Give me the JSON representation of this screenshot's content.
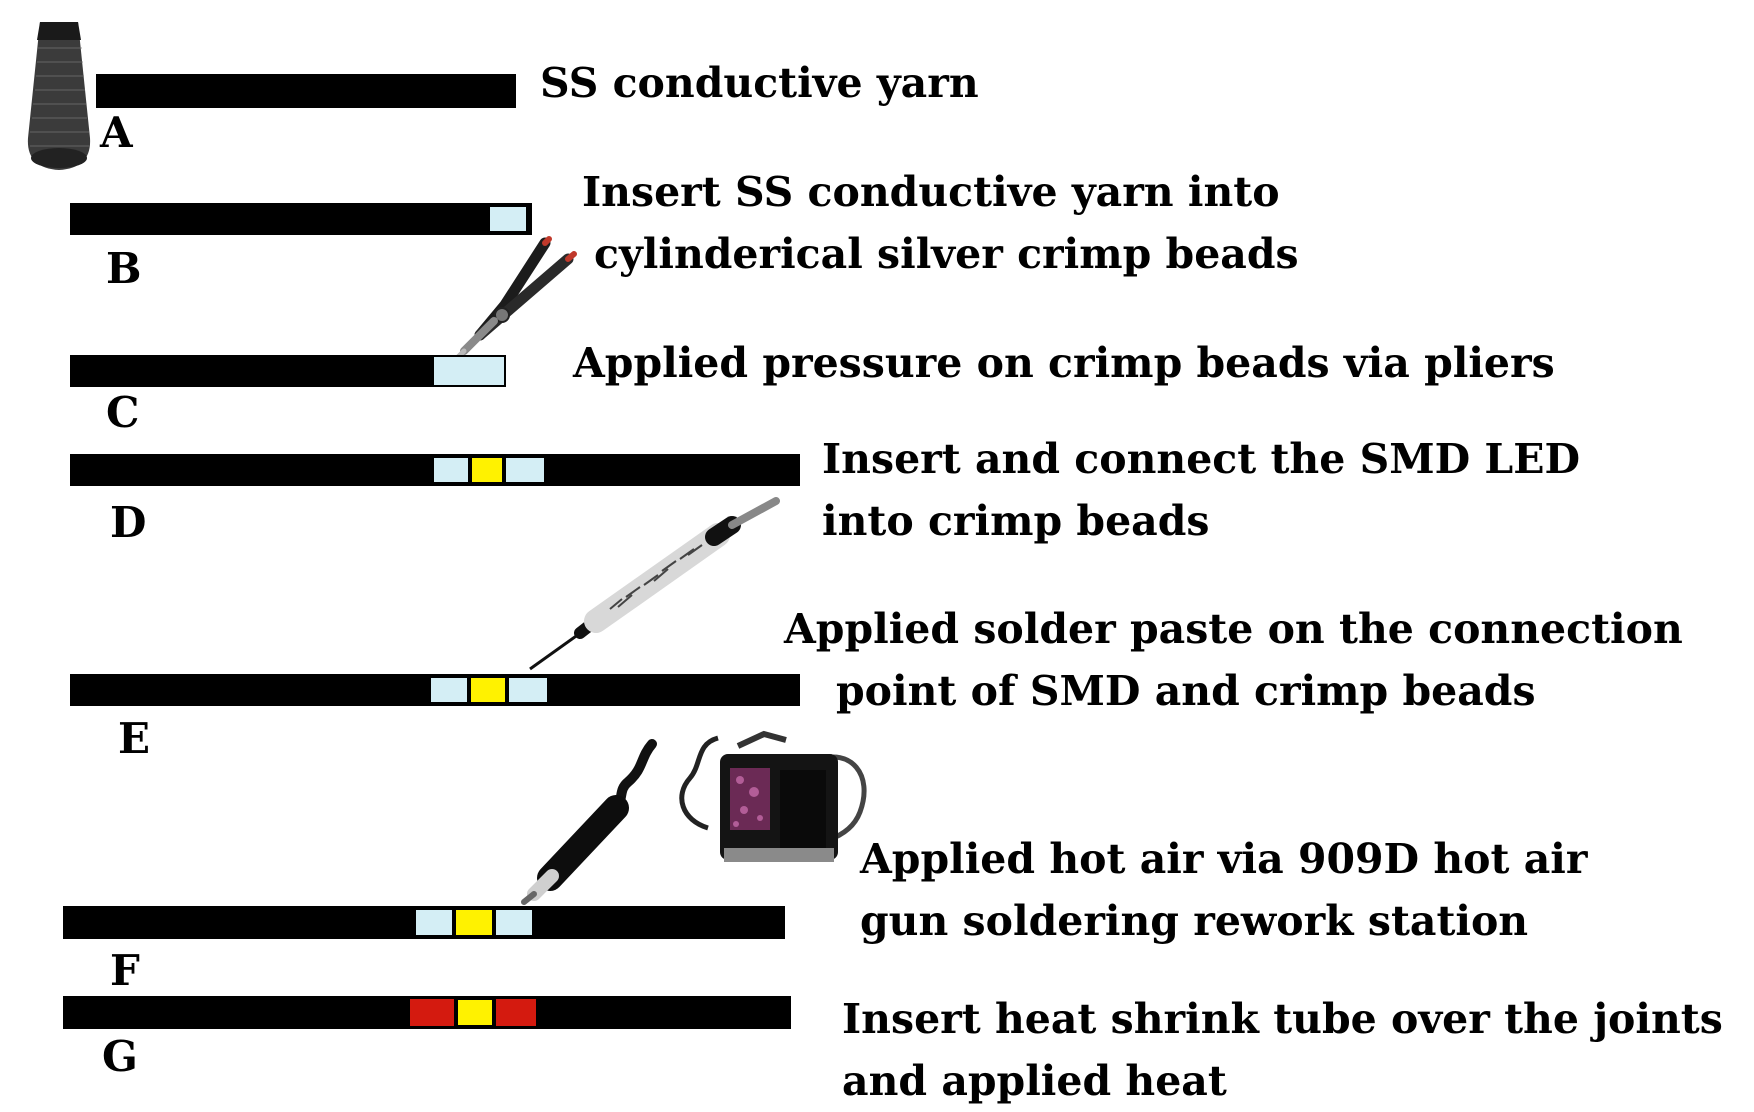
{
  "steps": [
    {
      "letter": "A",
      "lines": [
        "SS conductive yarn"
      ]
    },
    {
      "letter": "B",
      "lines": [
        "Insert SS conductive yarn into",
        "cylinderical silver crimp beads"
      ]
    },
    {
      "letter": "C",
      "lines": [
        "Applied pressure on crimp beads via pliers"
      ]
    },
    {
      "letter": "D",
      "lines": [
        "Insert and connect the SMD LED",
        "into crimp beads"
      ]
    },
    {
      "letter": "E",
      "lines": [
        "Applied solder paste on the connection",
        "point of SMD and crimp beads"
      ]
    },
    {
      "letter": "F",
      "lines": [
        "Applied hot air via 909D hot air",
        "gun soldering rework station"
      ]
    },
    {
      "letter": "G",
      "lines": [
        "Insert heat shrink tube over the joints",
        "and applied heat"
      ]
    }
  ],
  "colors": {
    "yarn": "#000000",
    "crimp_bead": "#d4eef5",
    "smd_led": "#fff200",
    "heat_shrink_tube": "#d41a0f"
  },
  "icons": [
    "yarn-cone-icon",
    "pliers-icon",
    "soldering-pen-icon",
    "hot-air-gun-icon",
    "rework-station-icon"
  ]
}
